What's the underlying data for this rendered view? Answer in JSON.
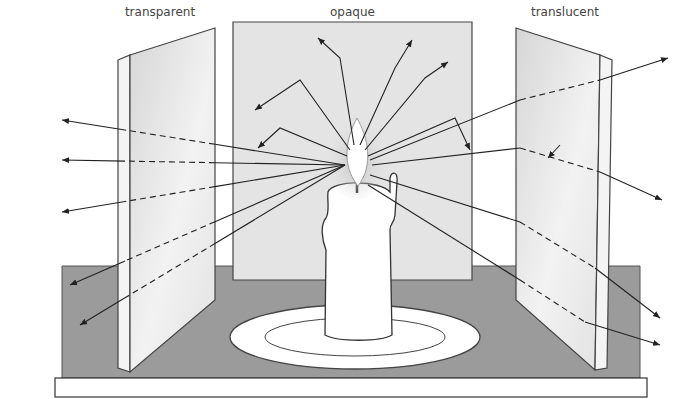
{
  "diagram": {
    "nodes": [
      {
        "text": [
          "transparent"
        ]
      },
      {
        "text": [
          "opaque"
        ]
      },
      {
        "text": [
          "translucent"
        ]
      }
    ]
  }
}
